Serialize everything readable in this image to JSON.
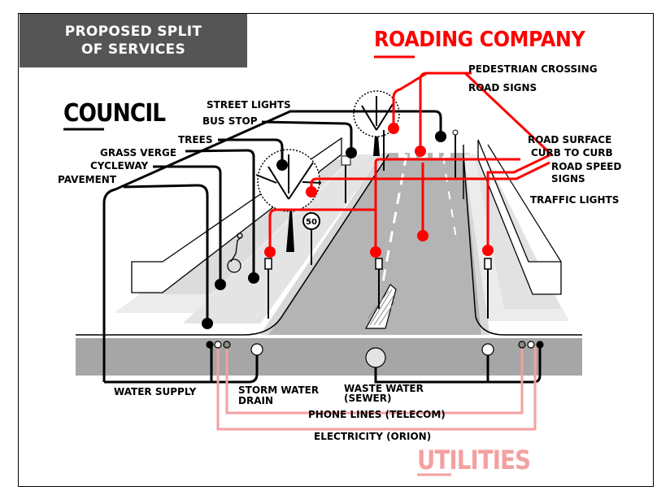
{
  "title": {
    "line1": "PROPOSED SPLIT",
    "line2": "OF SERVICES"
  },
  "groups": {
    "council": "COUNCIL",
    "roading": "ROADING COMPANY",
    "utilities": "UTILITIES"
  },
  "labels": {
    "street_lights": "STREET LIGHTS",
    "bus_stop": "BUS STOP",
    "trees": "TREES",
    "grass_verge": "GRASS VERGE",
    "cycleway": "CYCLEWAY",
    "pavement": "PAVEMENT",
    "pedestrian_crossing": "PEDESTRIAN CROSSING",
    "road_signs": "ROAD SIGNS",
    "road_surface": "ROAD SURFACE",
    "curb_to_curb": "CURB TO CURB",
    "road_speed": "ROAD SPEED",
    "signs": "SIGNS",
    "traffic_lights": "TRAFFIC LIGHTS",
    "water_supply": "WATER SUPPLY",
    "storm_water": "STORM WATER",
    "drain": "DRAIN",
    "waste_water": "WASTE WATER",
    "sewer": "(SEWER)",
    "phone_lines": "PHONE LINES (TELECOM)",
    "electricity": "ELECTRICITY (ORION)"
  },
  "speed_sign": "50",
  "colors": {
    "council": "#000000",
    "roading": "#ff0000",
    "utilities": "#f4a0a0",
    "title_bg": "#555555",
    "road": "#b4b4b4",
    "trench": "#a6a6a6"
  }
}
